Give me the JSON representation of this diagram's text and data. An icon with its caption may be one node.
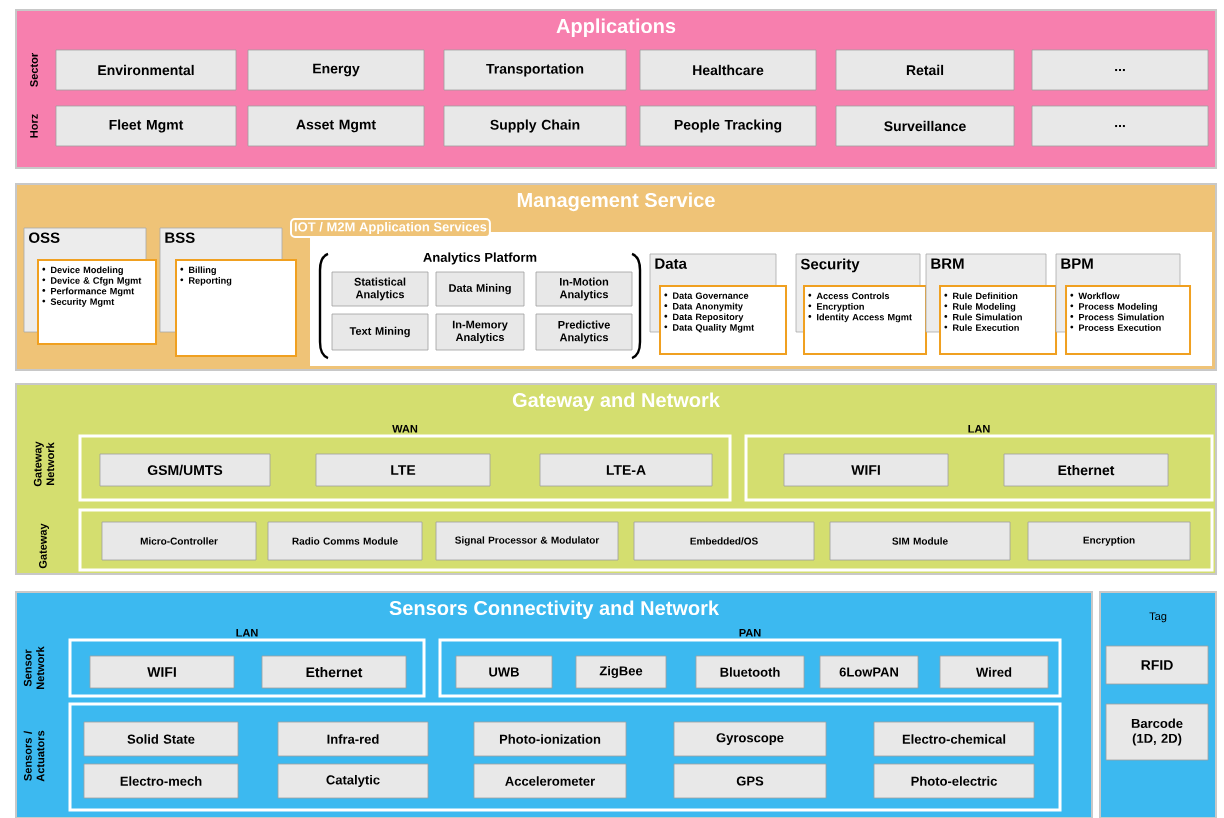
{
  "diagram": {
    "nodes": [
      {
        "text": [
          "Applications"
        ]
      },
      {
        "text": [
          "Environmental"
        ],
        "in": 0
      },
      {
        "text": [
          "Energy"
        ],
        "in": 0
      },
      {
        "text": [
          "Transportation"
        ],
        "in": 0
      },
      {
        "text": [
          "Healthcare"
        ],
        "in": 0
      },
      {
        "text": [
          "Retail"
        ],
        "in": 0
      },
      {
        "text": [
          "..."
        ],
        "in": 0
      },
      {
        "text": [
          "Fleet Mgmt"
        ],
        "in": 0
      },
      {
        "text": [
          "Asset Mgmt"
        ],
        "in": 0
      },
      {
        "text": [
          "Supply Chain"
        ],
        "in": 0
      },
      {
        "text": [
          "People Tracking"
        ],
        "in": 0
      },
      {
        "text": [
          "Surveillance"
        ],
        "in": 0
      },
      {
        "text": [
          "..."
        ],
        "in": 0
      },
      {
        "text": [
          "Management Service"
        ]
      },
      {
        "text": [
          "OSS"
        ],
        "in": 13
      },
      {
        "text": [
          "Device Modeling",
          "Device & Cfgn Mgmt",
          "Performance Mgmt",
          "Security Mgmt"
        ],
        "in": 13
      },
      {
        "text": [
          "BSS"
        ],
        "in": 13
      },
      {
        "text": [
          "Billing",
          "Reporting"
        ],
        "in": 13
      },
      {
        "text": [
          "IOT / M2M Application Services"
        ],
        "in": 13
      },
      {
        "text": [
          "Analytics Platform"
        ],
        "in": 18
      },
      {
        "text": [
          "Statistical Analytics"
        ],
        "in": 19
      },
      {
        "text": [
          "Data Mining"
        ],
        "in": 19
      },
      {
        "text": [
          "In-Motion Analytics"
        ],
        "in": 19
      },
      {
        "text": [
          "Text Mining"
        ],
        "in": 19
      },
      {
        "text": [
          "In-Memory Analytics"
        ],
        "in": 19
      },
      {
        "text": [
          "Predictive Analytics"
        ],
        "in": 19
      },
      {
        "text": [
          "Data"
        ],
        "in": 18
      },
      {
        "text": [
          "Data Governance",
          "Data Anonymity",
          "Data Repository",
          "Data Quality Mgmt"
        ],
        "in": 18
      },
      {
        "text": [
          "Security"
        ],
        "in": 18
      },
      {
        "text": [
          "Access Controls",
          "Encryption",
          "Identity Access Mgmt"
        ],
        "in": 18
      },
      {
        "text": [
          "BRM"
        ],
        "in": 18
      },
      {
        "text": [
          "Rule Definition",
          "Rule Modeling",
          "Rule Simulation",
          "Rule Execution"
        ],
        "in": 18
      },
      {
        "text": [
          "BPM"
        ],
        "in": 18
      },
      {
        "text": [
          "Workflow",
          "Process Modeling",
          "Process Simulation",
          "Process Execution"
        ],
        "in": 18
      },
      {
        "text": [
          "Gateway and Network"
        ]
      },
      {
        "text": [
          "WAN"
        ],
        "in": 34
      },
      {
        "text": [
          "GSM/UMTS"
        ],
        "in": 35
      },
      {
        "text": [
          "LTE"
        ],
        "in": 35
      },
      {
        "text": [
          "LTE-A"
        ],
        "in": 35
      },
      {
        "text": [
          "LAN"
        ],
        "in": 34
      },
      {
        "text": [
          "WIFI"
        ],
        "in": 39
      },
      {
        "text": [
          "Ethernet"
        ],
        "in": 39
      },
      {
        "text": [],
        "shape": "box",
        "in": 34
      },
      {
        "text": [
          "Micro-Controller"
        ],
        "in": 42
      },
      {
        "text": [
          "Radio Comms Module"
        ],
        "in": 42
      },
      {
        "text": [
          "Signal Processor & Modulator"
        ],
        "in": 42
      },
      {
        "text": [
          "Embedded/OS"
        ],
        "in": 42
      },
      {
        "text": [
          "SIM Module"
        ],
        "in": 42
      },
      {
        "text": [
          "Encryption"
        ],
        "in": 42
      },
      {
        "text": [
          "Sensors Connectivity and Network"
        ]
      },
      {
        "text": [
          "LAN"
        ],
        "in": 49
      },
      {
        "text": [
          "WIFI"
        ],
        "in": 50
      },
      {
        "text": [
          "Ethernet"
        ],
        "in": 50
      },
      {
        "text": [
          "PAN"
        ],
        "in": 49
      },
      {
        "text": [
          "UWB"
        ],
        "in": 53
      },
      {
        "text": [
          "ZigBee"
        ],
        "in": 53
      },
      {
        "text": [
          "Bluetooth"
        ],
        "in": 53
      },
      {
        "text": [
          "6LowPAN"
        ],
        "in": 53
      },
      {
        "text": [
          "Wired"
        ],
        "in": 53
      },
      {
        "text": [],
        "shape": "box",
        "in": 49
      },
      {
        "text": [
          "Solid State"
        ],
        "in": 59
      },
      {
        "text": [
          "Infra-red"
        ],
        "in": 59
      },
      {
        "text": [
          "Photo-ionization"
        ],
        "in": 59
      },
      {
        "text": [
          "Gyroscope"
        ],
        "in": 59
      },
      {
        "text": [
          "Electro-chemical"
        ],
        "in": 59
      },
      {
        "text": [
          "Electro-mech"
        ],
        "in": 59
      },
      {
        "text": [
          "Catalytic"
        ],
        "in": 59
      },
      {
        "text": [
          "Accelerometer"
        ],
        "in": 59
      },
      {
        "text": [
          "GPS"
        ],
        "in": 59
      },
      {
        "text": [
          "Photo-electric"
        ],
        "in": 59
      },
      {
        "text": [
          "Tag"
        ]
      },
      {
        "text": [
          "RFID"
        ],
        "in": 70
      },
      {
        "text": [
          "Barcode (1D, 2D)"
        ],
        "in": 70
      }
    ],
    "labels": [
      "Sector",
      "Horz",
      "Gateway Network",
      "Gateway",
      "Sensor Network",
      "Sensors / Actuators"
    ]
  }
}
